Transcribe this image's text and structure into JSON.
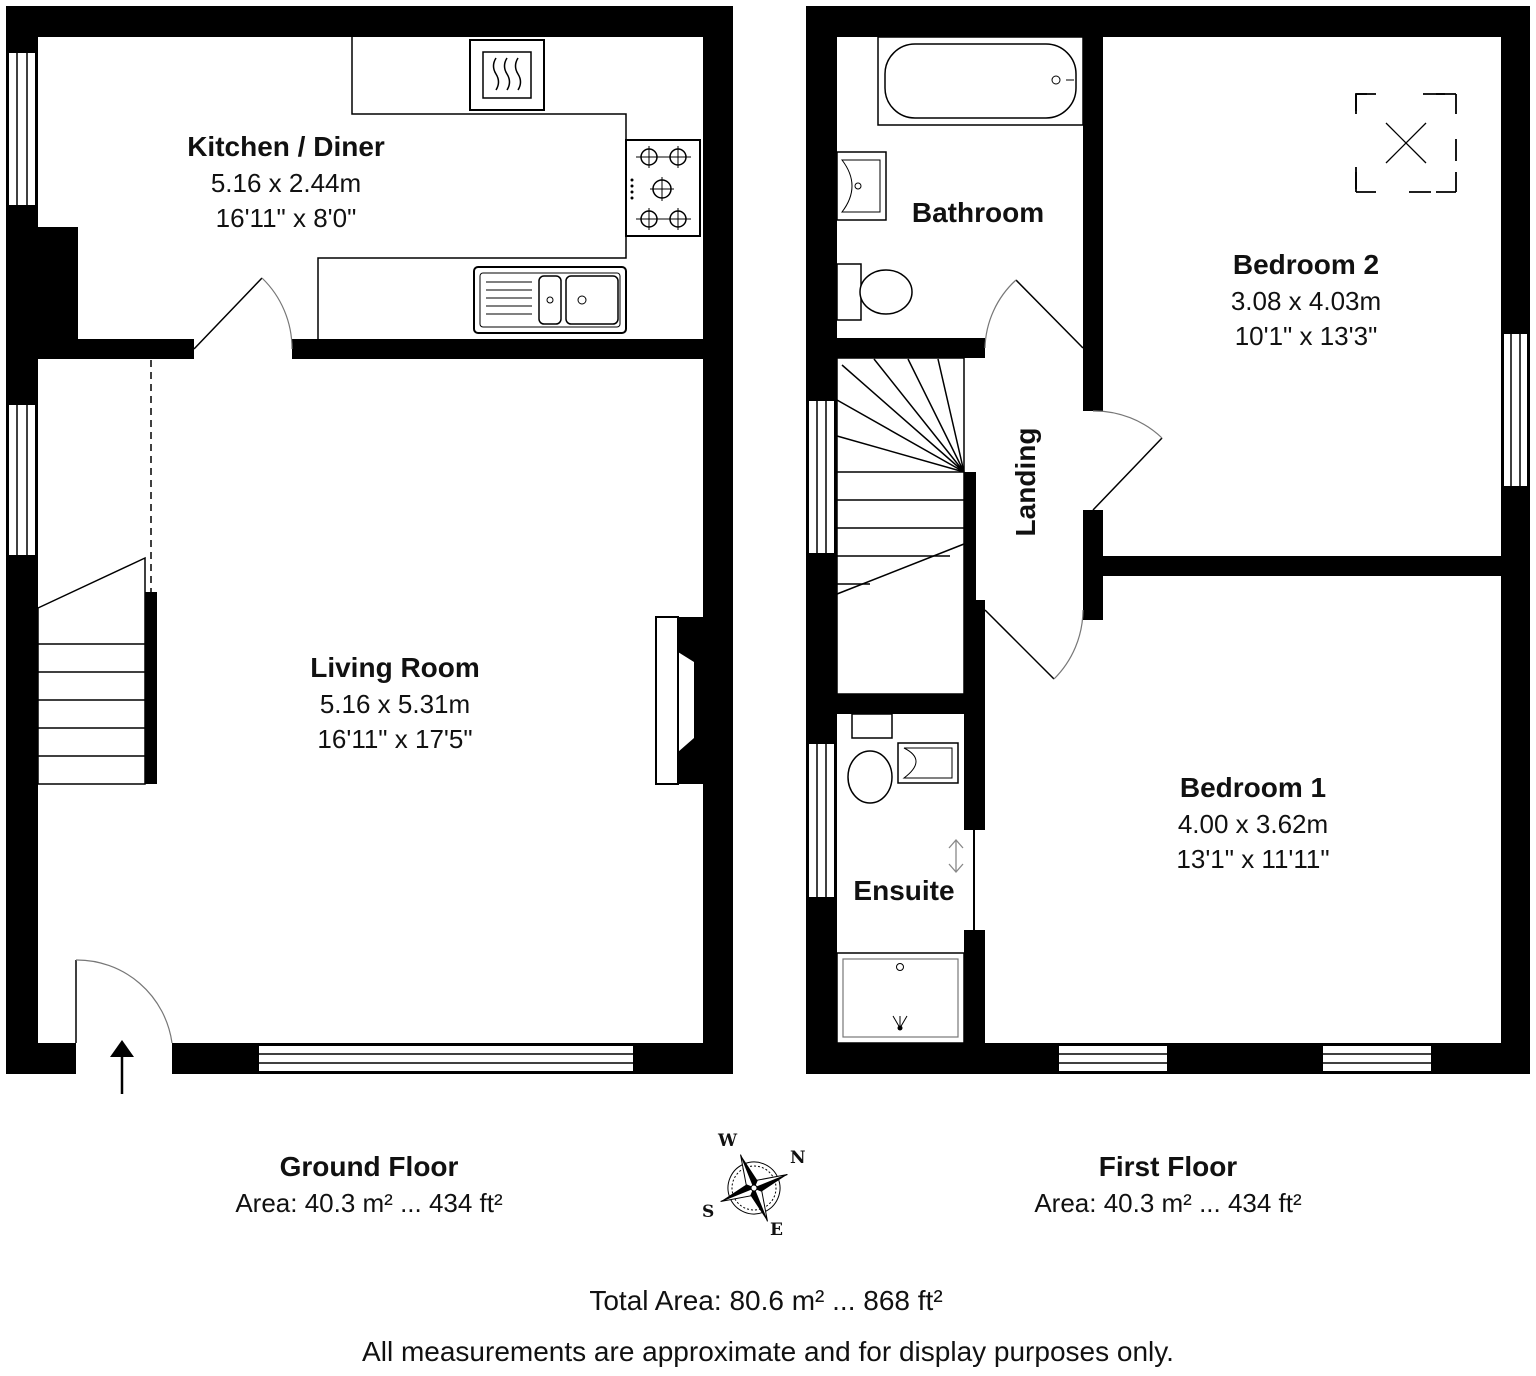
{
  "rooms": {
    "kitchen": {
      "name": "Kitchen / Diner",
      "metric": "5.16 x 2.44m",
      "imperial": "16'11\" x 8'0\""
    },
    "living": {
      "name": "Living Room",
      "metric": "5.16 x 5.31m",
      "imperial": "16'11\" x 17'5\""
    },
    "bathroom": {
      "name": "Bathroom"
    },
    "bedroom2": {
      "name": "Bedroom 2",
      "metric": "3.08 x 4.03m",
      "imperial": "10'1\" x 13'3\""
    },
    "landing": {
      "name": "Landing"
    },
    "bedroom1": {
      "name": "Bedroom 1",
      "metric": "4.00 x 3.62m",
      "imperial": "13'1\" x 11'11\""
    },
    "ensuite": {
      "name": "Ensuite"
    }
  },
  "floors": {
    "ground": {
      "name": "Ground Floor",
      "area": "Area: 40.3 m² ... 434 ft²"
    },
    "first": {
      "name": "First Floor",
      "area": "Area: 40.3 m² ... 434 ft²"
    }
  },
  "compass": {
    "w": "W",
    "n": "N",
    "s": "S",
    "e": "E"
  },
  "total_area": "Total Area: 80.6 m² ... 868 ft²",
  "disclaimer": "All measurements are approximate and for display purposes only.",
  "colors": {
    "wall": "#000000",
    "fixture": "#777777",
    "background": "#ffffff"
  }
}
